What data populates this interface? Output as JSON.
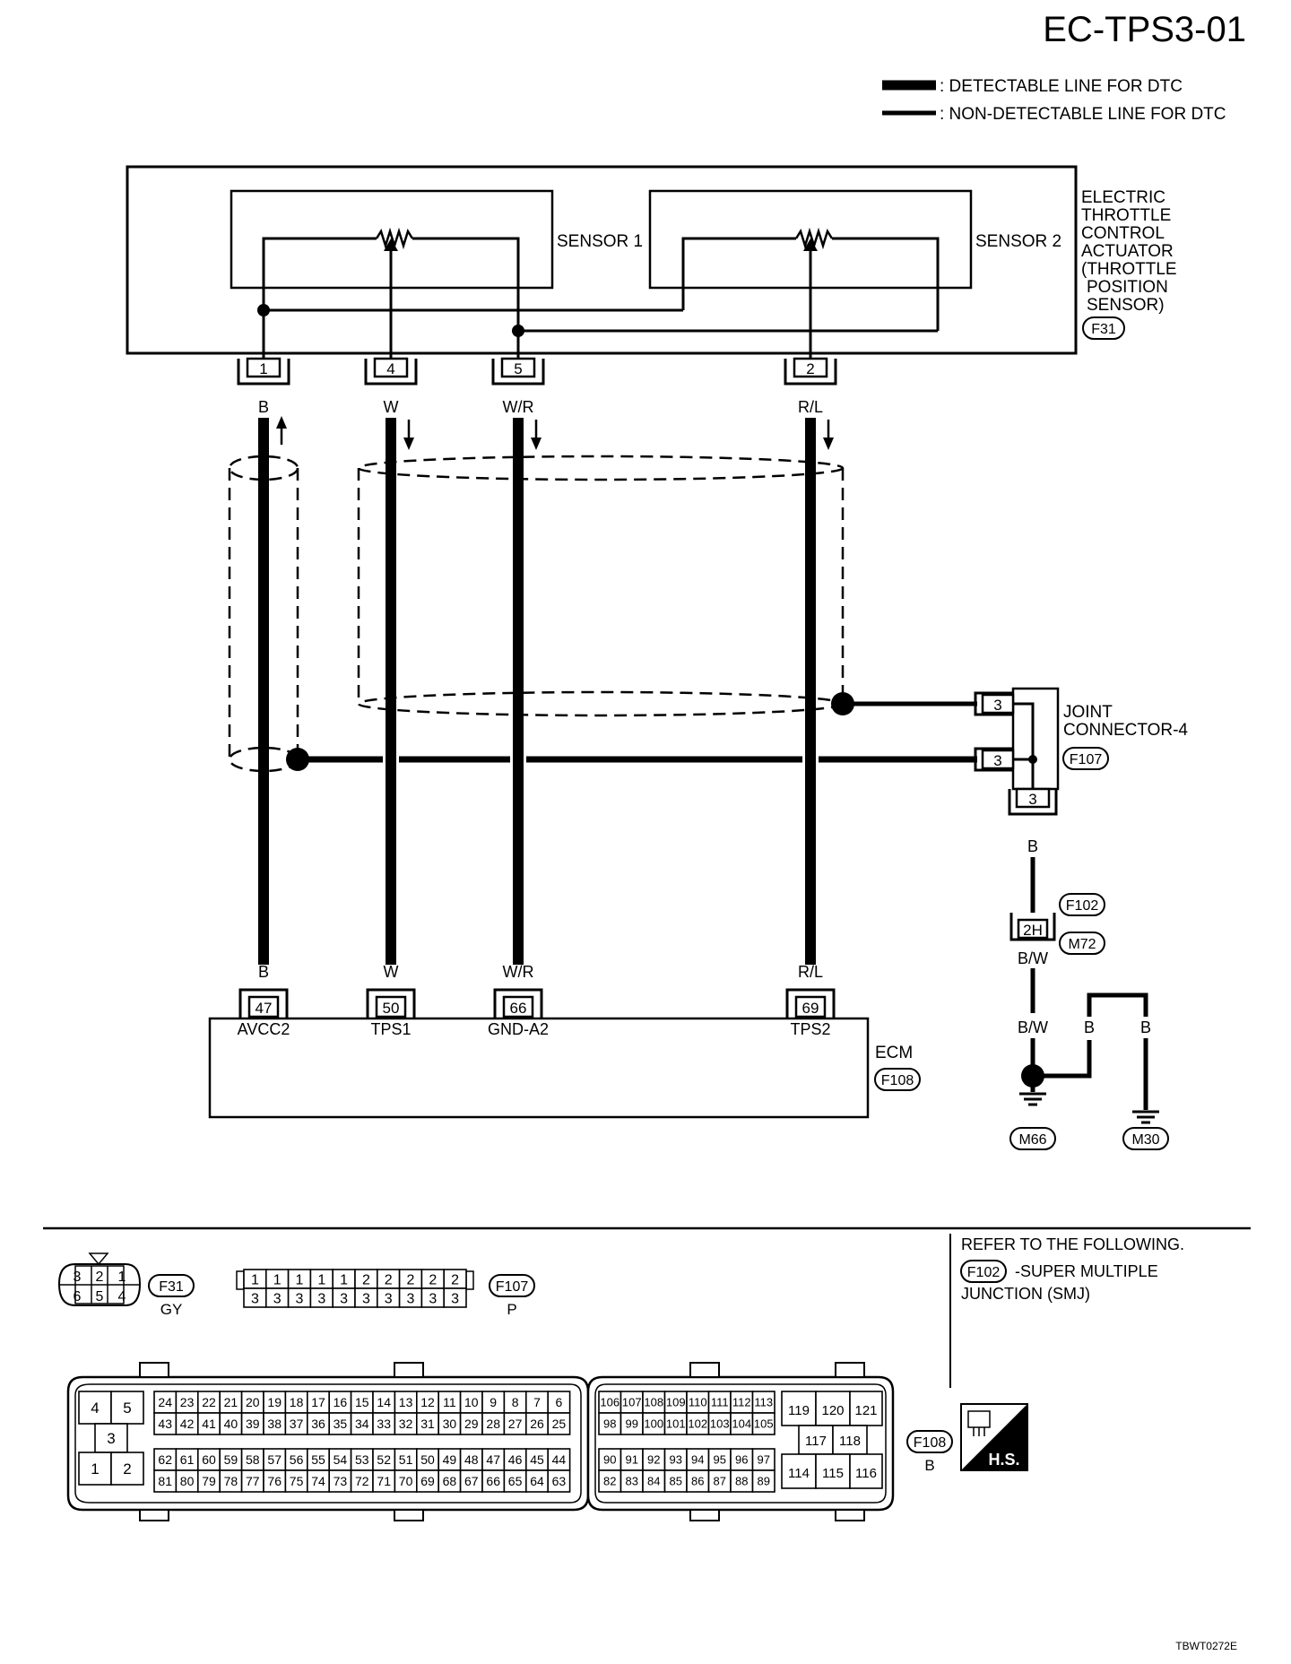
{
  "page_code": "EC-TPS3-01",
  "legend": {
    "detectable": ": DETECTABLE LINE FOR DTC",
    "non_detectable": ": NON-DETECTABLE LINE FOR DTC"
  },
  "actuator": {
    "label_lines": [
      "ELECTRIC",
      "THROTTLE",
      "CONTROL",
      "ACTUATOR",
      "(THROTTLE",
      "POSITION",
      "SENSOR)"
    ],
    "connector": "F31",
    "sensor1": "SENSOR 1",
    "sensor2": "SENSOR 2"
  },
  "wires": [
    {
      "top_pin": "1",
      "top_color": "B",
      "ecm_pin": "47",
      "ecm_color": "B",
      "ecm_name": "AVCC2",
      "direction": "up"
    },
    {
      "top_pin": "4",
      "top_color": "W",
      "ecm_pin": "50",
      "ecm_color": "W",
      "ecm_name": "TPS1",
      "direction": "down"
    },
    {
      "top_pin": "5",
      "top_color": "W/R",
      "ecm_pin": "66",
      "ecm_color": "W/R",
      "ecm_name": "GND-A2",
      "direction": "down"
    },
    {
      "top_pin": "2",
      "top_color": "R/L",
      "ecm_pin": "69",
      "ecm_color": "R/L",
      "ecm_name": "TPS2",
      "direction": "down"
    }
  ],
  "joint": {
    "label_lines": [
      "JOINT",
      "CONNECTOR-4"
    ],
    "connector": "F107",
    "pin_upper": "3",
    "pin_lower": "3",
    "pin_bottom": "3",
    "wire_color": "B"
  },
  "smj": {
    "connector_top": "F102",
    "pin": "2H",
    "connector_bottom": "M72",
    "color_after": "B/W"
  },
  "ground": {
    "color_left": "B/W",
    "color_mid": "B",
    "color_right": "B",
    "ground_left": "M66",
    "ground_right": "M30"
  },
  "ecm": {
    "label": "ECM",
    "connector": "F108"
  },
  "connector_views": {
    "f31": {
      "name": "F31",
      "color": "GY",
      "top_row": [
        "3",
        "2",
        "1"
      ],
      "bottom_row": [
        "6",
        "5",
        "4"
      ]
    },
    "f107": {
      "name": "F107",
      "color": "P",
      "top_row": [
        "1",
        "1",
        "1",
        "1",
        "1",
        "2",
        "2",
        "2",
        "2",
        "2"
      ],
      "bottom_row": [
        "3",
        "3",
        "3",
        "3",
        "3",
        "3",
        "3",
        "3",
        "3",
        "3"
      ]
    },
    "f108": {
      "name": "F108",
      "color": "B",
      "left_block": [
        "4",
        "5",
        "3",
        "1",
        "2"
      ],
      "row1": [
        "24",
        "23",
        "22",
        "21",
        "20",
        "19",
        "18",
        "17",
        "16",
        "15",
        "14",
        "13",
        "12",
        "11",
        "10",
        "9",
        "8",
        "7",
        "6"
      ],
      "row2": [
        "43",
        "42",
        "41",
        "40",
        "39",
        "38",
        "37",
        "36",
        "35",
        "34",
        "33",
        "32",
        "31",
        "30",
        "29",
        "28",
        "27",
        "26",
        "25"
      ],
      "row3": [
        "62",
        "61",
        "60",
        "59",
        "58",
        "57",
        "56",
        "55",
        "54",
        "53",
        "52",
        "51",
        "50",
        "49",
        "48",
        "47",
        "46",
        "45",
        "44"
      ],
      "row4": [
        "81",
        "80",
        "79",
        "78",
        "77",
        "76",
        "75",
        "74",
        "73",
        "72",
        "71",
        "70",
        "69",
        "68",
        "67",
        "66",
        "65",
        "64",
        "63"
      ],
      "mid_row1": [
        "106",
        "107",
        "108",
        "109",
        "110",
        "111",
        "112",
        "113"
      ],
      "mid_row2": [
        "98",
        "99",
        "100",
        "101",
        "102",
        "103",
        "104",
        "105"
      ],
      "mid_row3": [
        "90",
        "91",
        "92",
        "93",
        "94",
        "95",
        "96",
        "97"
      ],
      "mid_row4": [
        "82",
        "83",
        "84",
        "85",
        "86",
        "87",
        "88",
        "89"
      ],
      "right_block": [
        "119",
        "120",
        "121",
        "117",
        "118",
        "114",
        "115",
        "116"
      ]
    }
  },
  "refer": {
    "heading": "REFER TO THE FOLLOWING.",
    "item_connector": "F102",
    "item_line1": "-SUPER MULTIPLE",
    "item_line2": "JUNCTION (SMJ)"
  },
  "hs_badge": "H.S.",
  "footer_code": "TBWT0272E"
}
